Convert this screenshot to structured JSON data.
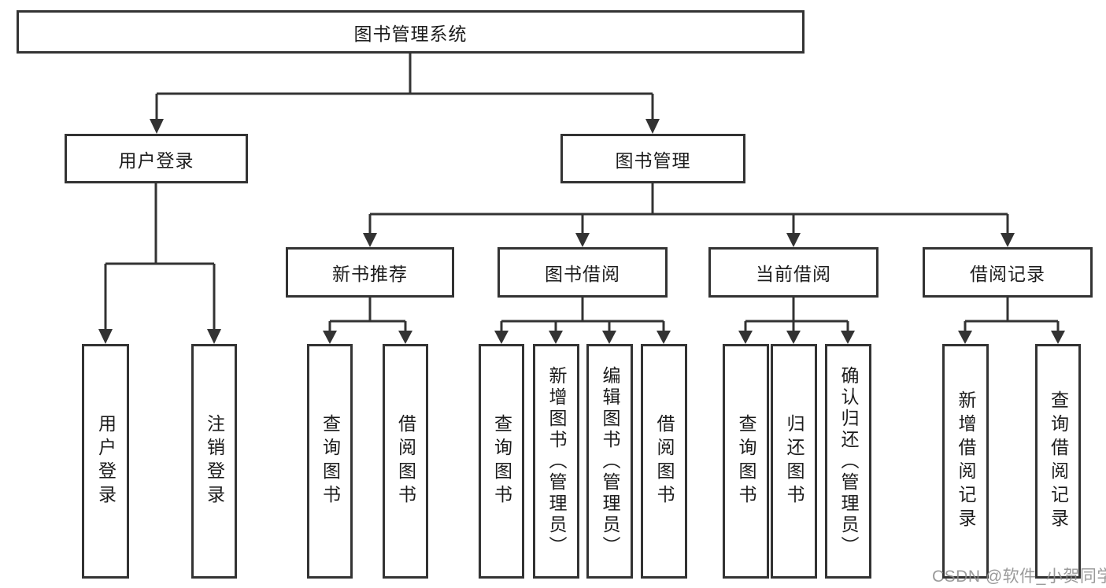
{
  "tree": {
    "root": {
      "label": "图书管理系统",
      "children": [
        {
          "label": "用户登录",
          "children": [
            {
              "label": "用户登录"
            },
            {
              "label": "注销登录"
            }
          ]
        },
        {
          "label": "图书管理",
          "children": [
            {
              "label": "新书推荐",
              "children": [
                {
                  "label": "查询图书"
                },
                {
                  "label": "借阅图书"
                }
              ]
            },
            {
              "label": "图书借阅",
              "children": [
                {
                  "label": "查询图书"
                },
                {
                  "label": "新增图书（管理员）"
                },
                {
                  "label": "编辑图书（管理员）"
                },
                {
                  "label": "借阅图书"
                }
              ]
            },
            {
              "label": "当前借阅",
              "children": [
                {
                  "label": "查询图书"
                },
                {
                  "label": "归还图书"
                },
                {
                  "label": "确认归还（管理员）"
                }
              ]
            },
            {
              "label": "借阅记录",
              "children": [
                {
                  "label": "新增借阅记录"
                },
                {
                  "label": "查询借阅记录"
                }
              ]
            }
          ]
        }
      ]
    }
  },
  "watermark": "CSDN @软件_小贺同学",
  "colors": {
    "line": "#333333",
    "text": "#1c1c1c",
    "watermark": "#8c8c8c",
    "background": "#ffffff"
  }
}
